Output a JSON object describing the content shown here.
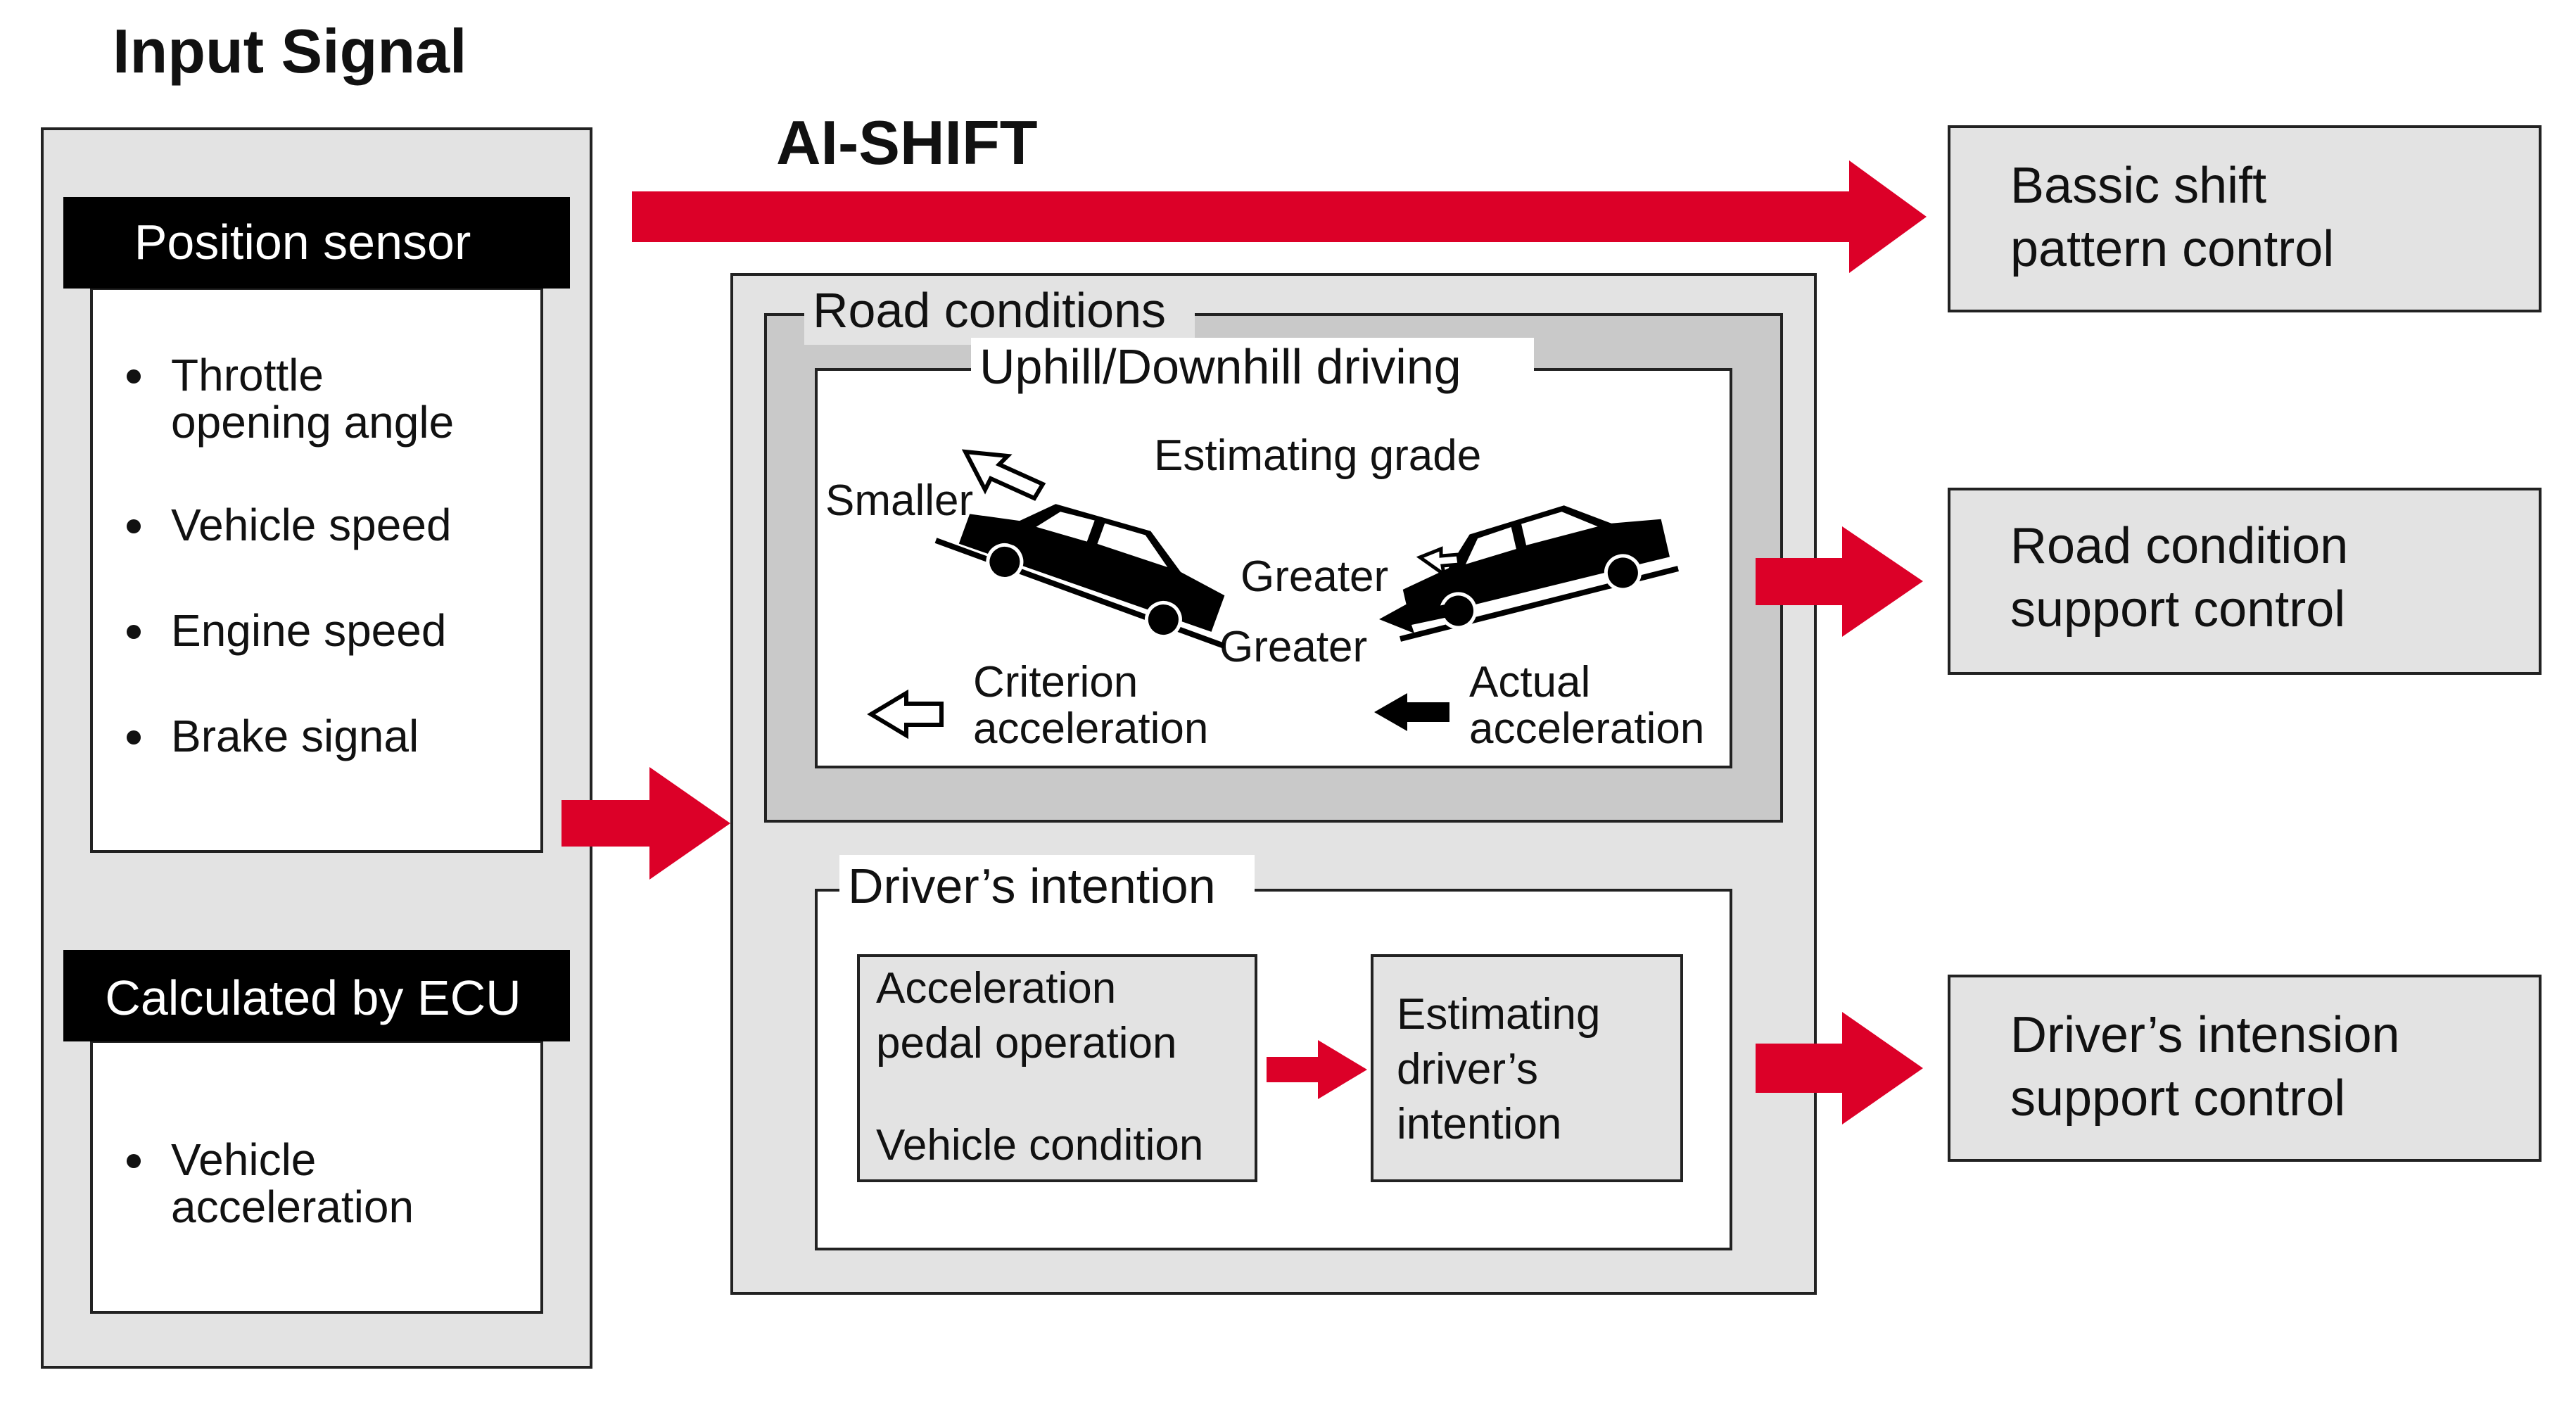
{
  "colors": {
    "panel_gray": "#e3e3e3",
    "dark_gray": "#c9c9c9",
    "arrow_red": "#dc0028",
    "header_black": "#000000",
    "border": "#222222"
  },
  "input_signal": {
    "title": "Input Signal",
    "position_sensor": {
      "header": "Position sensor",
      "items": [
        {
          "lines": [
            "Throttle",
            "opening angle"
          ]
        },
        {
          "lines": [
            "Vehicle speed"
          ]
        },
        {
          "lines": [
            "Engine speed"
          ]
        },
        {
          "lines": [
            "Brake signal"
          ]
        }
      ]
    },
    "ecu": {
      "header": "Calculated by ECU",
      "items": [
        {
          "lines": [
            "Vehicle",
            "acceleration"
          ]
        }
      ]
    }
  },
  "ai_shift": {
    "title": "AI-SHIFT",
    "road_conditions": {
      "label": "Road conditions",
      "uphill": {
        "label": "Uphill/Downhill driving",
        "estimating_grade": "Estimating grade",
        "smaller": "Smaller",
        "greater_top": "Greater",
        "greater_bottom": "Greater",
        "criterion_lines": [
          "Criterion",
          "acceleration"
        ],
        "actual_lines": [
          "Actual",
          "acceleration"
        ]
      }
    },
    "drivers_intention": {
      "label": "Driver’s intention",
      "left_box": {
        "line1": "Acceleration",
        "line2": "pedal operation",
        "line3": "Vehicle condition"
      },
      "right_box": {
        "lines": [
          "Estimating",
          "driver’s",
          "intention"
        ]
      }
    }
  },
  "outputs": {
    "basic": {
      "lines": [
        "Bassic shift",
        "pattern control"
      ]
    },
    "road": {
      "lines": [
        "Road condition",
        "support control"
      ]
    },
    "driver": {
      "lines": [
        "Driver’s intension",
        "support control"
      ]
    }
  }
}
